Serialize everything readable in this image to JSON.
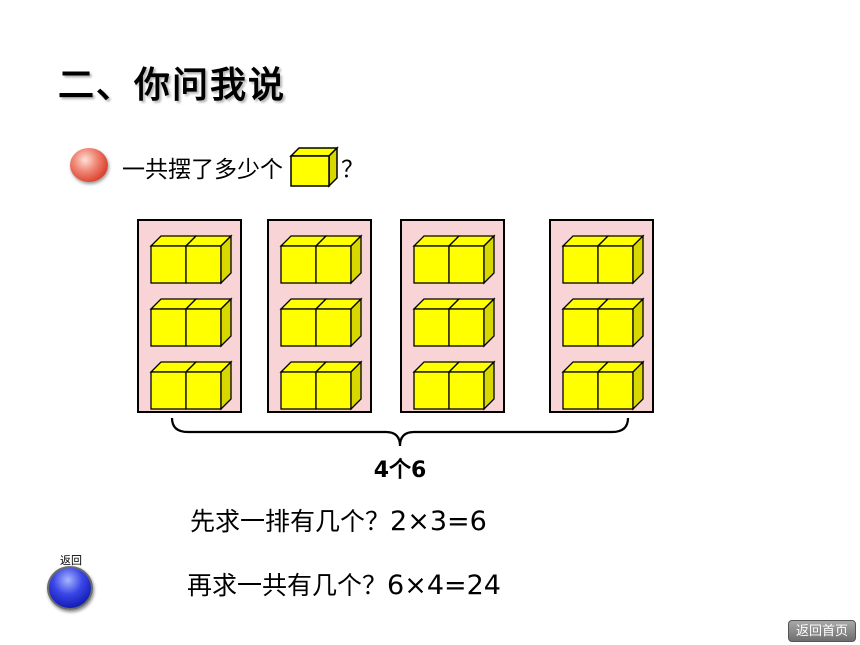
{
  "title": "二、你问我说",
  "question": {
    "before": "一共摆了多少个",
    "after": "？"
  },
  "grouping": {
    "groups": 4,
    "rows_per_group": 3,
    "cubes_per_row": 2,
    "caption": "4个6"
  },
  "steps": [
    {
      "text": "先求一排有几个？",
      "equation": "2×3=6"
    },
    {
      "text": "再求一共有几个？",
      "equation": "6×4=24"
    }
  ],
  "nav": {
    "back_label": "返回",
    "home_label": "返回首页"
  },
  "colors": {
    "cube": "#ffff00",
    "cube_side": "#d8d800",
    "panel": "#f9d4d6",
    "panel_border": "#000000"
  },
  "icons": {
    "bullet": "red-sphere-bullet-icon",
    "back": "blue-round-back-icon",
    "cube": "yellow-cube-icon"
  }
}
